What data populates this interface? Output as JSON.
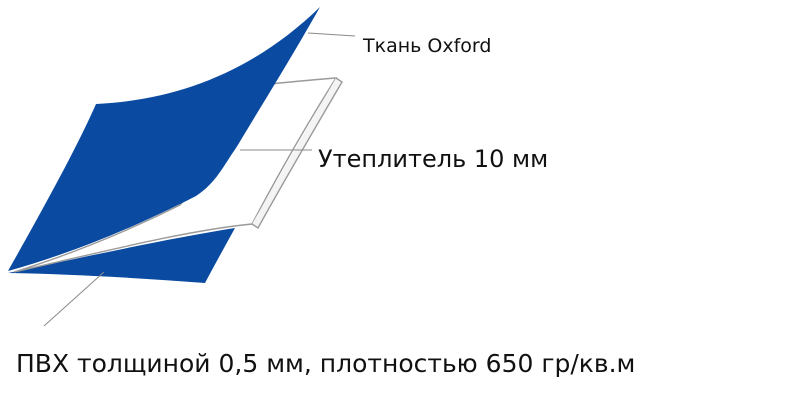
{
  "colors": {
    "fabric_fill": "#0a4aa0",
    "insulation_fill": "#ffffff",
    "insulation_edge": "#9a9a9a",
    "leader_line": "#8a8a8a",
    "text": "#111111"
  },
  "layers": [
    {
      "id": "fabric",
      "label": "Ткань Oxford"
    },
    {
      "id": "insulation",
      "label": "Утеплитель 10 мм"
    },
    {
      "id": "pvc",
      "label": "ПВХ толщиной 0,5 мм, плотностью 650 гр/кв.м"
    }
  ]
}
